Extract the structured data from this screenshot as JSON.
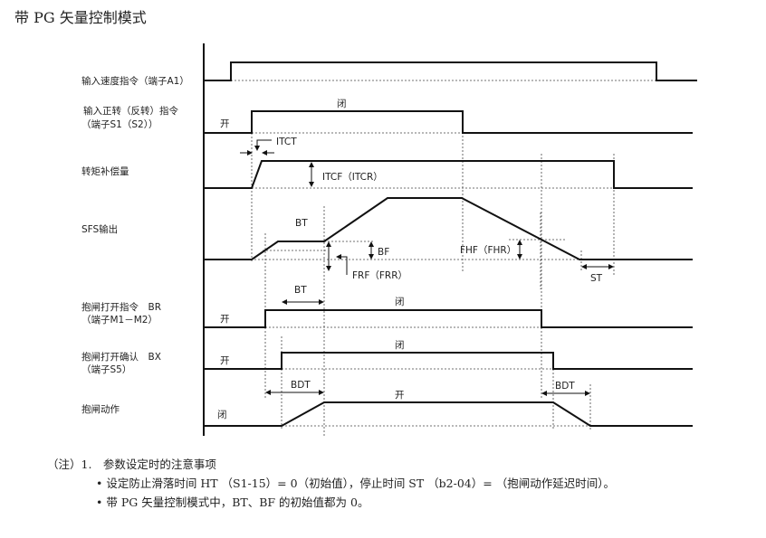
{
  "title": "带 PG 矢量控制模式",
  "signals": {
    "a1": "输入速度指令（端子A1）",
    "s1_line1": "输入正转（反转）指令",
    "s1_line2": "（端子S1（S2））",
    "torque": "转矩补偿量",
    "sfs": "SFS输出",
    "br_line1": "抱闸打开指令　BR",
    "br_line2": "（端子M1－M2）",
    "bx_line1": "抱闸打开确认　BX",
    "bx_line2": "（端子S5）",
    "brake": "抱闸动作"
  },
  "states": {
    "open": "开",
    "closed": "闭"
  },
  "annotations": {
    "itct": "ITCT",
    "itcf": "ITCF（ITCR）",
    "bt": "BT",
    "bf": "BF",
    "frf": "FRF（FRR）",
    "fhf": "FHF（FHR）",
    "st": "ST",
    "bdt": "BDT"
  },
  "notes": {
    "heading": "（注）1.　参数设定时的注意事项",
    "items": [
      "• 设定防止滑落时间 HT （S1-15）= 0（初始值），停止时间 ST （b2-04）= （抱闸动作延迟时间）。",
      "• 带 PG 矢量控制模式中，BT、BF 的初始值都为 0。"
    ]
  }
}
